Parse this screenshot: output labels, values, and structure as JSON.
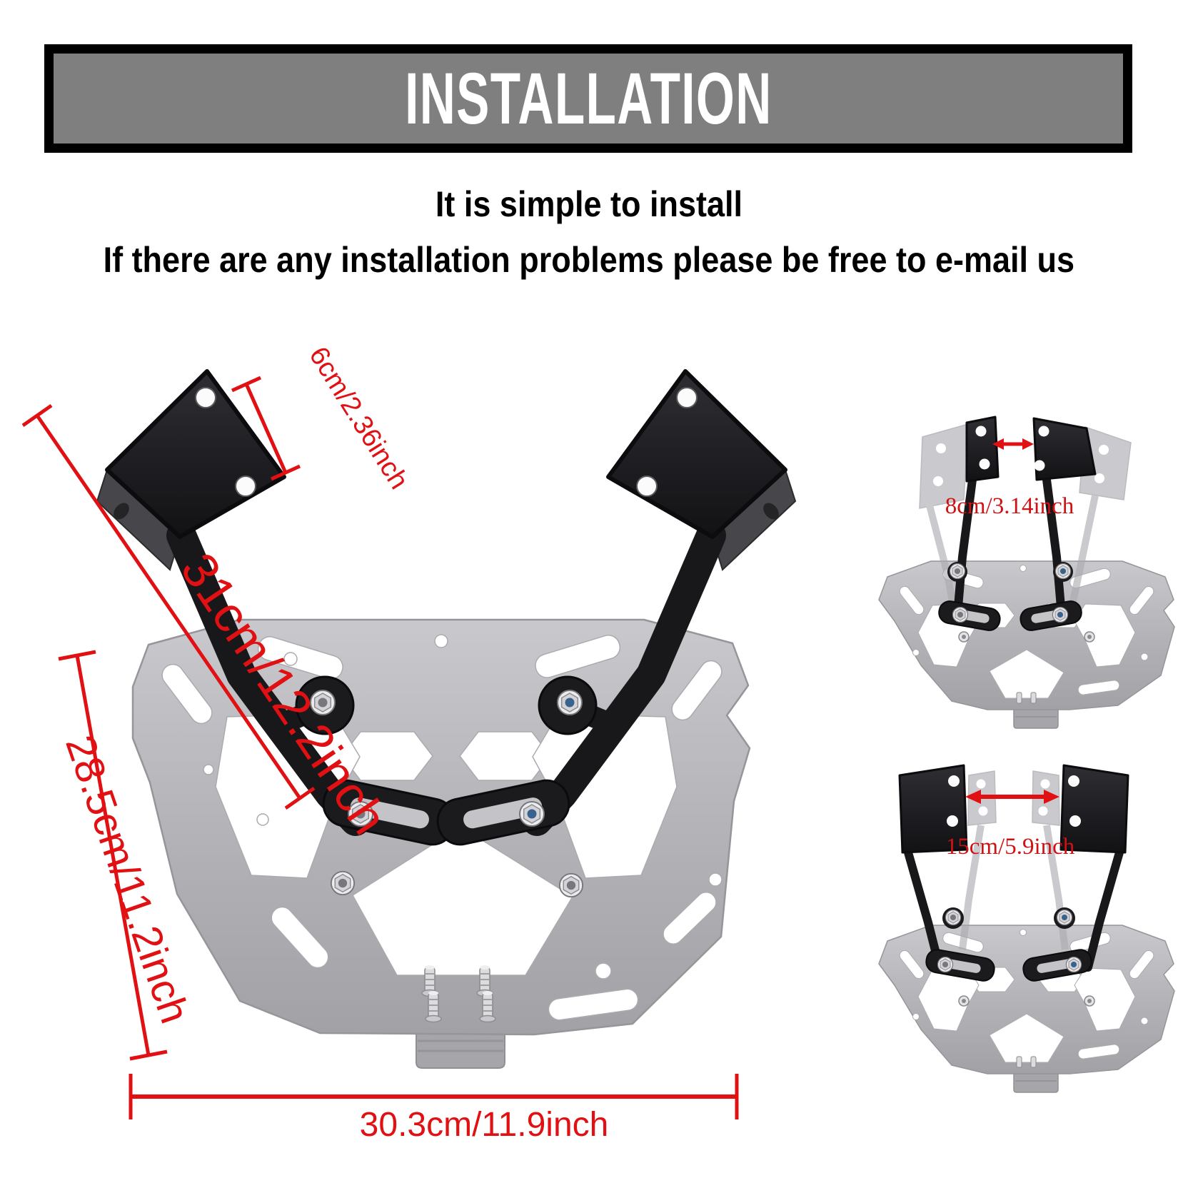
{
  "banner": {
    "title": "INSTALLATION"
  },
  "intro": {
    "line1": "It is simple to install",
    "line2": "If there are any installation problems please be free to e-mail us"
  },
  "colors": {
    "accent_red": "#e01013",
    "banner_fill": "#7f7f7f",
    "banner_border": "#000000",
    "bracket_black": "#1a1a1d",
    "rack_gray": "#b4b4b8",
    "ghost_gray": "#a8a8ae"
  },
  "main_diagram": {
    "description": "rear luggage rack mounting bracket with dimensions",
    "dimensions": {
      "plate": {
        "label": "6cm/2.36inch"
      },
      "arm": {
        "label": "31cm/12.2inch"
      },
      "depth": {
        "label": "28.5cm/11.2inch"
      },
      "width": {
        "label": "30.3cm/11.9inch"
      }
    }
  },
  "variants": {
    "narrow": {
      "spacing_label": "8cm/3.14inch"
    },
    "wide": {
      "spacing_label": "15cm/5.9inch"
    }
  }
}
